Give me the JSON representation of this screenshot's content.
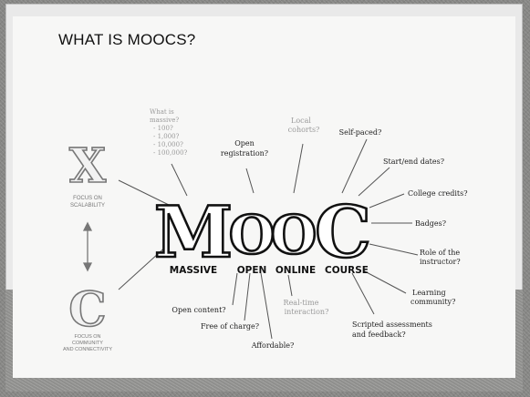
{
  "slide": {
    "title": "WHAT IS MOOCS?"
  },
  "center": {
    "letters": [
      "M",
      "O",
      "O",
      "C"
    ],
    "words": [
      "MASSIVE",
      "OPEN",
      "ONLINE",
      "COURSE"
    ]
  },
  "left_column": {
    "x_letter": "X",
    "x_caption": [
      "FOCUS ON",
      "SCALABILITY"
    ],
    "c_letter": "C",
    "c_caption": [
      "FOCUS ON",
      "COMMUNITY",
      "AND CONNECTIVITY"
    ]
  },
  "massive_question": [
    "What is",
    "massive?",
    "- 100?",
    "- 1,000?",
    "- 10,000?",
    "- 100,000?"
  ],
  "labels": {
    "open_registration": [
      "Open",
      "registration?"
    ],
    "local_cohorts": [
      "Local",
      "cohorts?"
    ],
    "self_paced": "Self-paced?",
    "start_end_dates": "Start/end dates?",
    "college_credits": "College credits?",
    "badges": "Badges?",
    "role_instructor": [
      "Role of the",
      "instructor?"
    ],
    "learning_community": [
      "Learning",
      "community?"
    ],
    "scripted_assessments": [
      "Scripted assessments",
      "and feedback?"
    ],
    "real_time": [
      "Real-time",
      "interaction?"
    ],
    "open_content": "Open content?",
    "free_of_charge": "Free of charge?",
    "affordable": "Affordable?"
  },
  "colors": {
    "ink": "#111111",
    "faded": "#9a9a9a",
    "slide": "#f7f7f6",
    "band": "#9a9a98"
  }
}
